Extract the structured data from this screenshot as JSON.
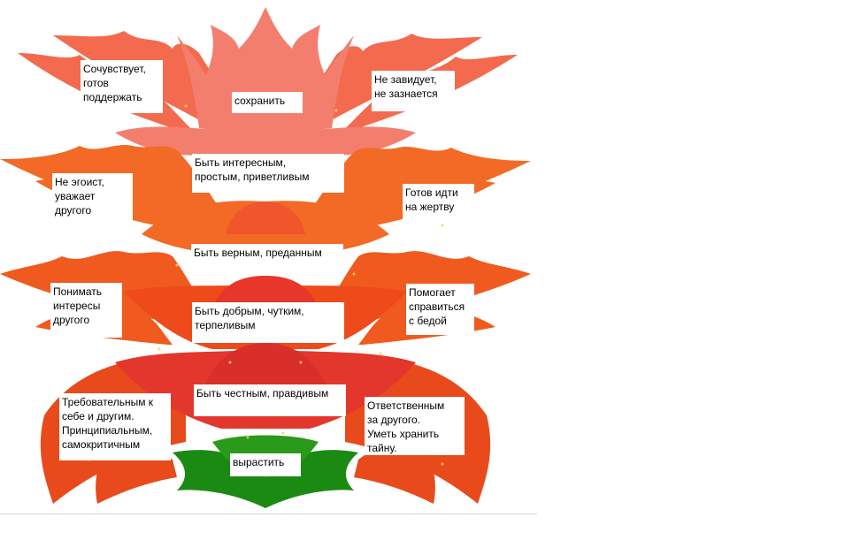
{
  "colors": {
    "top_petals": "#f36a4e",
    "top_center": "#f47e6e",
    "upper_petals": "#f26a25",
    "middle_petals": "#f05a1e",
    "lower_petals": "#ef4a1a",
    "red_center": "#e8362a",
    "bottom_petals": "#e84a1c",
    "leaves": "#1b8a13",
    "sparkle": "#f5d24a"
  },
  "labels": {
    "sochuvstvuet": "Сочувствует,\nготов\nподдержать",
    "sokhranit": "сохранить",
    "ne_zaviduet": "Не завидует,\nне зазнается",
    "interesnym": "Быть интересным,\nпростым, приветливым",
    "ne_egoist": "Не эгоист,\nуважает\nдругого",
    "gotov_idti": "Готов идти\nна жертву",
    "vernym": "Быть верным, преданным",
    "ponimat": "Понимать\nинтересы\nдругого",
    "dobrym": "Быть добрым, чутким,\nтерпеливым",
    "pomogaet": "Помогает\nсправиться\nс бедой",
    "chestnym": "Быть честным, правдивым",
    "trebovatelnym": "Требовательным к\nсебе и другим.\nПринципиальным,\nсамокритичным",
    "otvetstvennym": "Ответственным\nза другого.\nУметь хранить\nтайну.",
    "vyrastit": "вырастить"
  }
}
